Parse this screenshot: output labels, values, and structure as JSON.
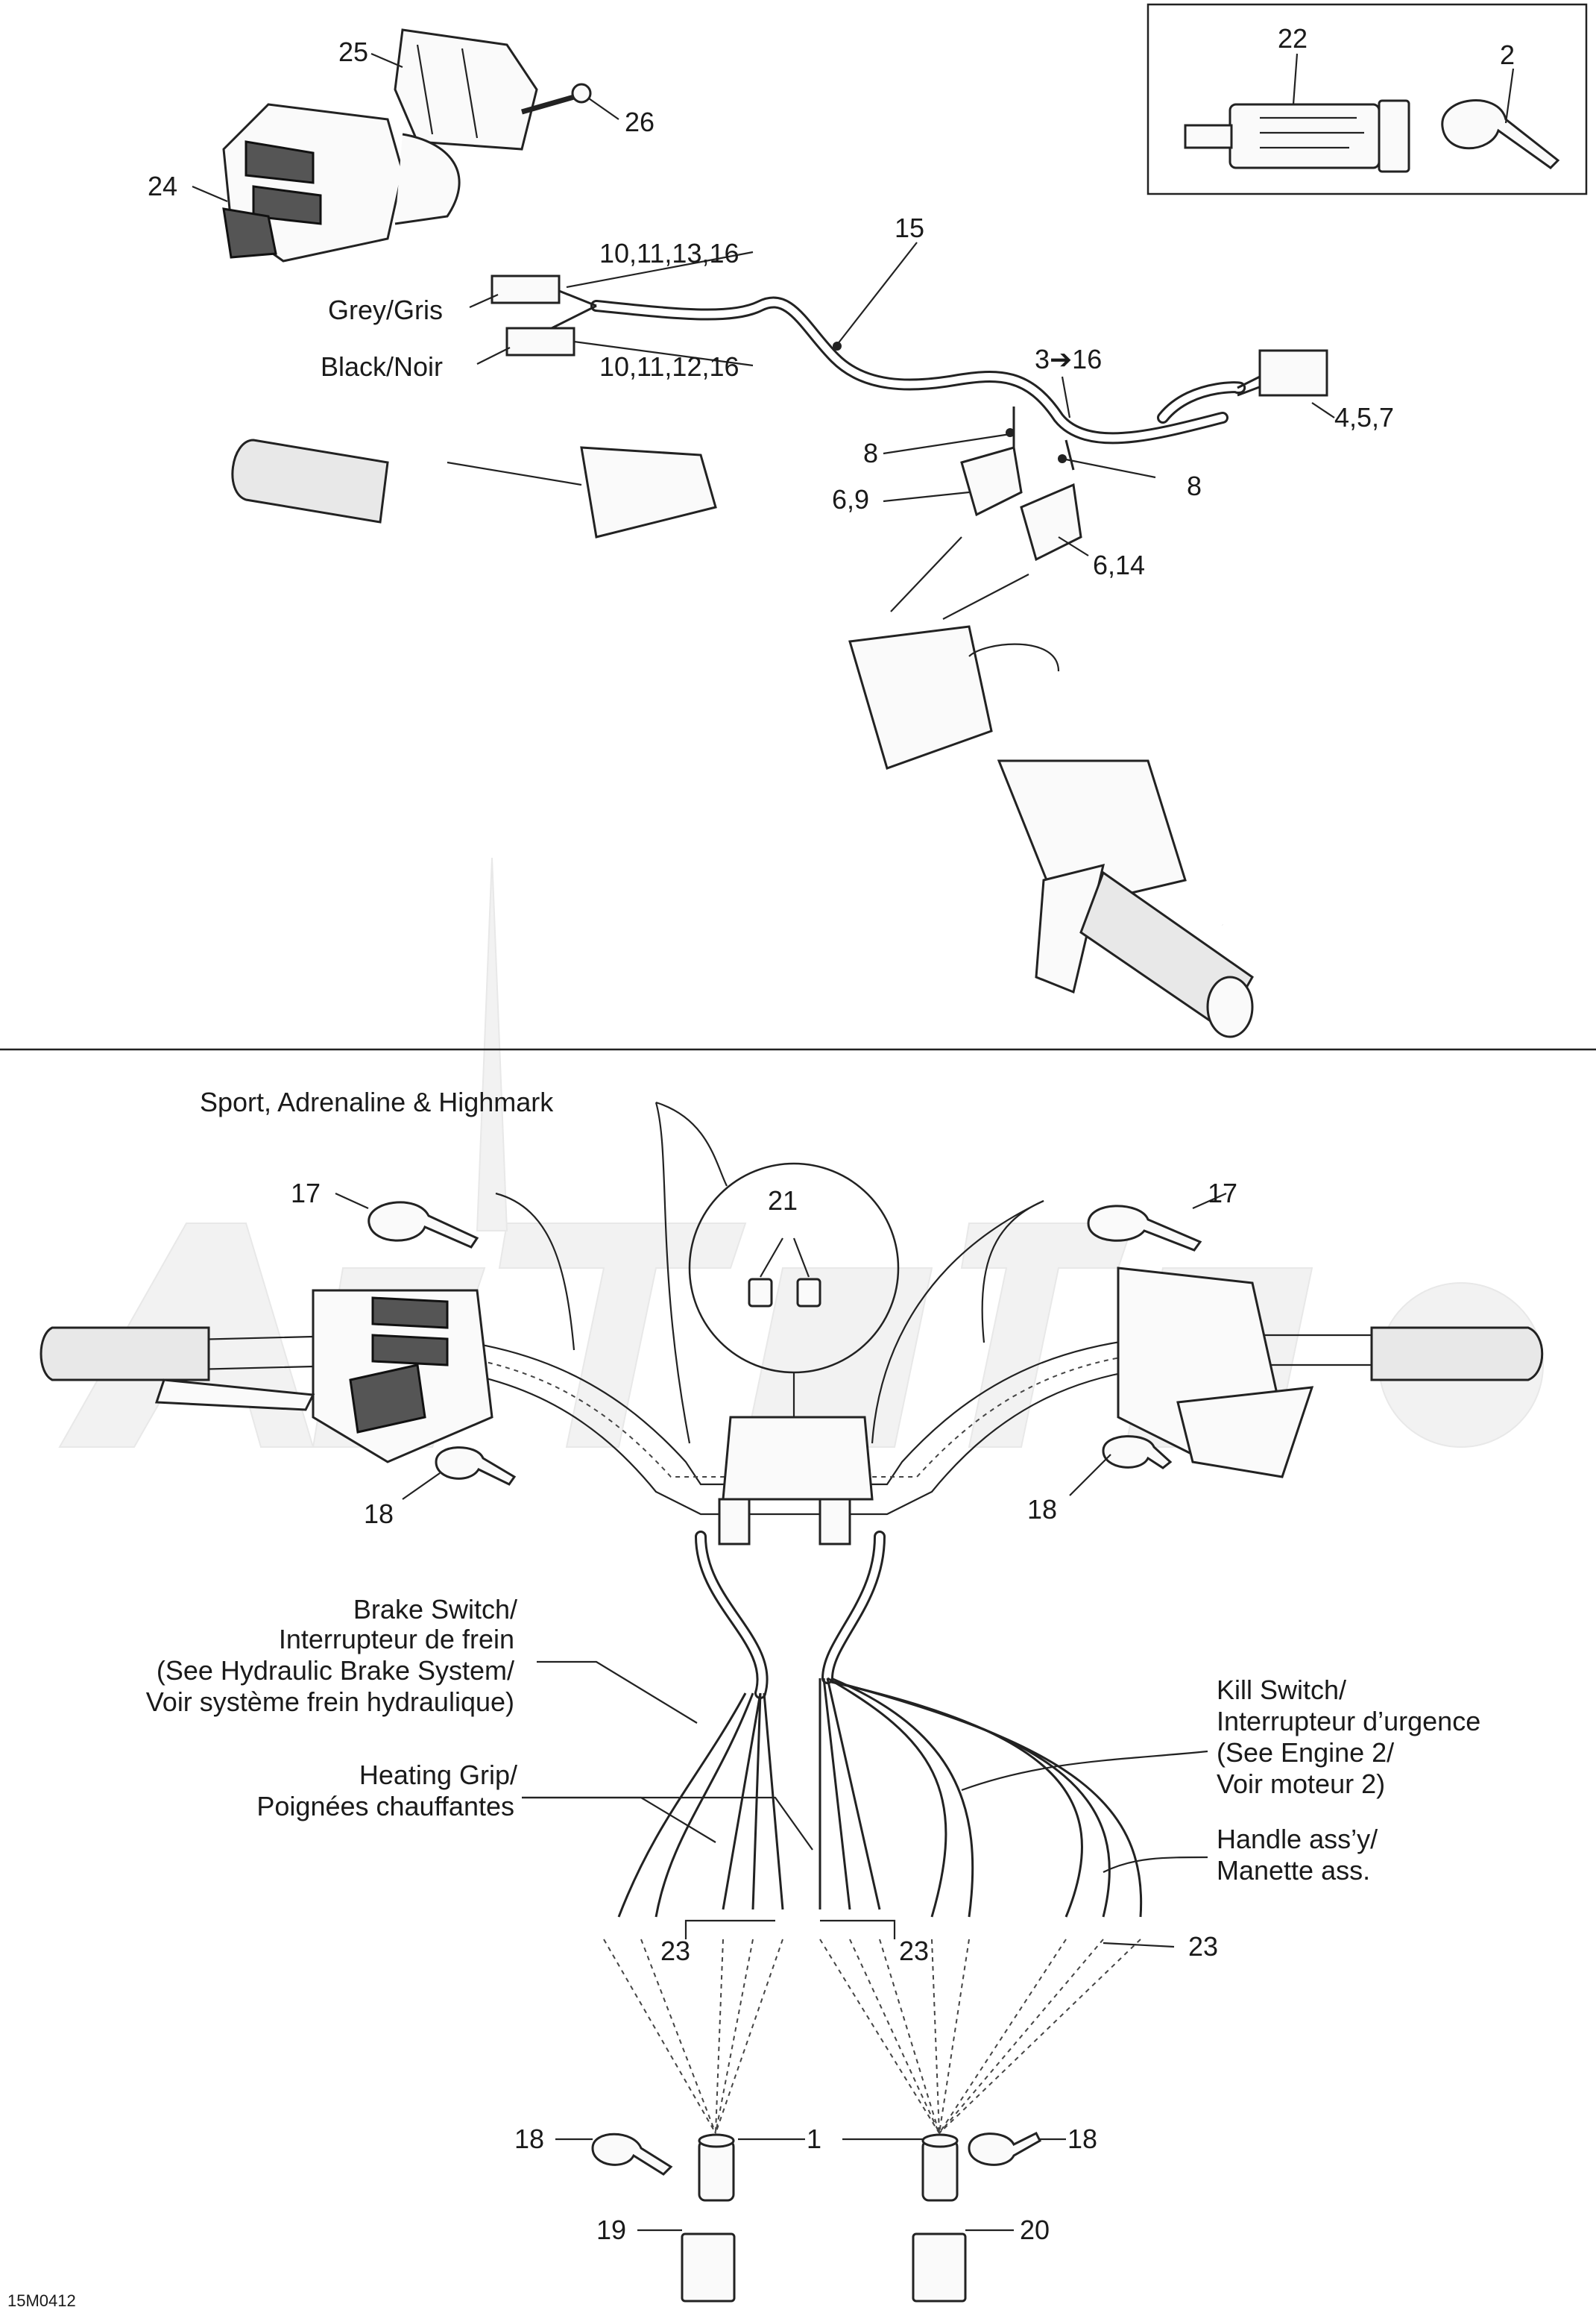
{
  "diagram": {
    "figure_code": "15M0412",
    "part_labels": {
      "p1": "1",
      "p2": "2",
      "p3_16": "3➔16",
      "p4_5_7": "4,5,7",
      "p6_9": "6,9",
      "p6_14": "6,14",
      "p8a": "8",
      "p8b": "8",
      "p10_11_13_16": "10,11,13,16",
      "p10_11_12_16": "10,11,12,16",
      "p15": "15",
      "p17a": "17",
      "p17b": "17",
      "p18a": "18",
      "p18b": "18",
      "p18c": "18",
      "p18d": "18",
      "p19": "19",
      "p20": "20",
      "p21": "21",
      "p22": "22",
      "p23a": "23",
      "p23b": "23",
      "p23c": "23",
      "p24": "24",
      "p25": "25",
      "p26": "26"
    },
    "wire_colors": {
      "grey": "Grey/Gris",
      "black": "Black/Noir"
    },
    "models_note": "Sport, Adrenaline & Highmark",
    "callouts": {
      "brake_switch": [
        "Brake Switch/",
        "Interrupteur de frein",
        "(See Hydraulic Brake System/",
        "Voir système frein hydraulique)"
      ],
      "heating_grip": [
        "Heating Grip/",
        "Poignées chauffantes"
      ],
      "kill_switch": [
        "Kill Switch/",
        "Interrupteur d’urgence",
        "(See Engine 2/",
        "Voir moteur 2)"
      ],
      "handle_assy": [
        "Handle ass’y/",
        "Manette ass."
      ]
    }
  }
}
